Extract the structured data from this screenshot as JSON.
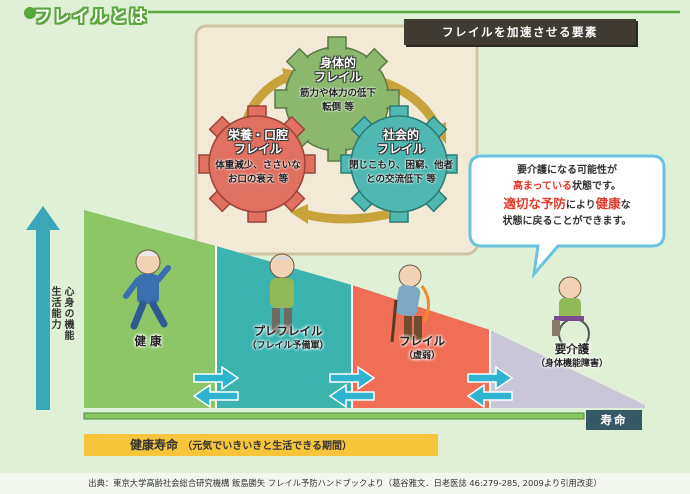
{
  "title": "フレイルとは",
  "factors_label": "フレイルを加速させる要素",
  "gears": {
    "physical": {
      "title_1": "身体的",
      "title_2": "フレイル",
      "desc_1": "筋力や体力の低下",
      "desc_2": "転倒 等",
      "color": "#8bb86c"
    },
    "social": {
      "title_1": "社会的",
      "title_2": "フレイル",
      "desc_1": "閉じこもり、困窮、他者",
      "desc_2": "との交流低下 等",
      "color": "#4fb8b0"
    },
    "nutrition": {
      "title_1": "栄養・口腔",
      "title_2": "フレイル",
      "desc_1": "体重減少、ささいな",
      "desc_2": "お口の衰え 等",
      "color": "#e07060"
    }
  },
  "bubble": {
    "line1": "要介護になる可能性が",
    "line2_red": "高まっている",
    "line2_rest": "状態です。",
    "line3_red1": "適切な予防",
    "line3_mid": "により",
    "line3_red2": "健康",
    "line3_rest": "な",
    "line4": "状態に戻ることができます。"
  },
  "stages": [
    {
      "label": "健 康",
      "sub": "",
      "color": "#8cc667"
    },
    {
      "label": "プレフレイル",
      "sub": "（フレイル予備軍）",
      "color": "#3bb3ae"
    },
    {
      "label": "フレイル",
      "sub": "（虚弱）",
      "color": "#f06e55"
    },
    {
      "label": "要介護",
      "sub": "（身体機能障害）",
      "color": "#c9c6d8"
    }
  ],
  "y_axis_label": "心身の機能 生活能力",
  "lifespan_label": "寿命",
  "healthy_life": {
    "label": "健康寿命",
    "sub": "（元気でいきいきと生活できる期間）"
  },
  "footer": "出典：東京大学高齢社会総合研究機構 飯島勝矢 フレイル予防ハンドブックより（葛谷雅文．日老医誌 46:279-285, 2009より引用改変）",
  "colors": {
    "accent_green": "#5aa63c",
    "arrow_teal": "#2fb4d0",
    "axis_teal": "#3aa8b8",
    "lifespan_navy": "#355a66",
    "healthy_yellow": "#f7c53b"
  }
}
